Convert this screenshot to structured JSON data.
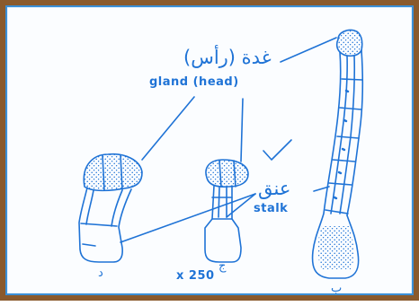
{
  "labels": {
    "gland_arabic": "غدة (رأس)",
    "gland_english": "gland (head)",
    "stalk_arabic": "عنق",
    "stalk_english": "stalk",
    "magnification": "x 250",
    "hair_1_letter": "د",
    "hair_2_letter": "ج",
    "hair_3_letter": "ب"
  },
  "colors": {
    "ink": "#1f73d6",
    "frame": "#8a5a2c",
    "inner_border": "#3a8fd6"
  }
}
